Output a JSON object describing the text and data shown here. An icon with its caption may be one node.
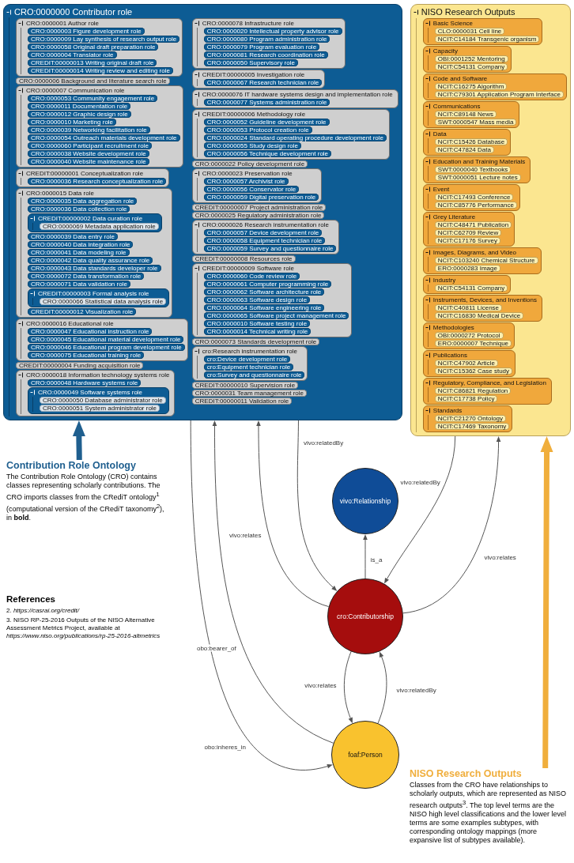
{
  "diagram": {
    "nodes": [
      {
        "text": [
          "CRO:0000000 Contributor role"
        ]
      },
      {
        "text": [
          "CRO:0000001 Author role"
        ],
        "in": 0
      },
      {
        "text": [
          "CRO:0000003 Figure development role"
        ],
        "in": 1
      },
      {
        "text": [
          "CRO:0000009 Lay synthesis of research output role"
        ],
        "in": 1
      },
      {
        "text": [
          "CRO:0000058 Original draft preparation role"
        ],
        "in": 1
      },
      {
        "text": [
          "CRO:0000004 Translator role"
        ],
        "in": 1
      },
      {
        "text": [
          "CREDIT:00000013 Writing original draft role"
        ],
        "in": 1
      },
      {
        "text": [
          "CREDIT:00000014 Writing review and editing role"
        ],
        "in": 1
      },
      {
        "text": [
          "CRO:0000006 Background and literature search role"
        ],
        "in": 0
      },
      {
        "text": [
          "CRO:0000007 Communication role"
        ],
        "in": 0
      },
      {
        "text": [
          "CRO:0000053 Community engagement role"
        ],
        "in": 9
      },
      {
        "text": [
          "CRO:0000011 Documentation role"
        ],
        "in": 9
      },
      {
        "text": [
          "CRO:0000012 Graphic design role"
        ],
        "in": 9
      },
      {
        "text": [
          "CRO:0000010 Marketing role"
        ],
        "in": 9
      },
      {
        "text": [
          "CRO:0000039 Networking facilitation role"
        ],
        "in": 9
      },
      {
        "text": [
          "CRO:0000054 Outreach materials development role"
        ],
        "in": 9
      },
      {
        "text": [
          "CRO:0000060 Participant recruitment role"
        ],
        "in": 9
      },
      {
        "text": [
          "CRO:0000038 Website development role"
        ],
        "in": 9
      },
      {
        "text": [
          "CRO:0000040 Website maintenance role"
        ],
        "in": 9
      },
      {
        "text": [
          "CREDIT:00000001 Conceptualization role"
        ],
        "in": 0
      },
      {
        "text": [
          "CRO:0000036 Research conceptualization role"
        ],
        "in": 19
      },
      {
        "text": [
          "CRO:0000015 Data role"
        ],
        "in": 0
      },
      {
        "text": [
          "CRO:0000035 Data aggregation role"
        ],
        "in": 21
      },
      {
        "text": [
          "CRO:0000036 Data collection role"
        ],
        "in": 21
      },
      {
        "text": [
          "CREDIT:00000002 Data curation role"
        ],
        "in": 21
      },
      {
        "text": [
          "CRO:0000069 Metadata application role"
        ],
        "in": 24
      },
      {
        "text": [
          "CRO:0000039 Data entry role"
        ],
        "in": 21
      },
      {
        "text": [
          "CRO:0000040 Data integration role"
        ],
        "in": 21
      },
      {
        "text": [
          "CRO:0000041 Data modeling role"
        ],
        "in": 21
      },
      {
        "text": [
          "CRO:0000042 Data quality assurance role"
        ],
        "in": 21
      },
      {
        "text": [
          "CRO:0000043 Data standards developer role"
        ],
        "in": 21
      },
      {
        "text": [
          "CRO:0000072 Data transformation role"
        ],
        "in": 21
      },
      {
        "text": [
          "CRO:0000071 Data validation role"
        ],
        "in": 21
      },
      {
        "text": [
          "CREDIT:00000003 Formal analysis role"
        ],
        "in": 21
      },
      {
        "text": [
          "CRO:0000066 Statistical data analysis role"
        ],
        "in": 33
      },
      {
        "text": [
          "CREDIT:00000012 Visualization role"
        ],
        "in": 21
      },
      {
        "text": [
          "CRO:0000016 Educational role"
        ],
        "in": 0
      },
      {
        "text": [
          "CRO:0000047 Educational instruction role"
        ],
        "in": 36
      },
      {
        "text": [
          "CRO:0000045 Educational material development role"
        ],
        "in": 36
      },
      {
        "text": [
          "CRO:0000046 Educational program development role"
        ],
        "in": 36
      },
      {
        "text": [
          "CRO:0000075 Educational training role"
        ],
        "in": 36
      },
      {
        "text": [
          "CREDIT:00000004 Funding acquisition role"
        ],
        "in": 0
      },
      {
        "text": [
          "CRO:0000018 Information technology systems role"
        ],
        "in": 0
      },
      {
        "text": [
          "CRO:0000048 Hardware systems role"
        ],
        "in": 42
      },
      {
        "text": [
          "CRO:0000049 Software systems role"
        ],
        "in": 42
      },
      {
        "text": [
          "CRO:0000050 Database administrator role"
        ],
        "in": 44
      },
      {
        "text": [
          "CRO:0000051 System administrator role"
        ],
        "in": 44
      },
      {
        "text": [
          "CRO:0000078 Infrastructure role"
        ],
        "in": 0
      },
      {
        "text": [
          "CRO:0000020 Intellectual property advisor role"
        ],
        "in": 47
      },
      {
        "text": [
          "CRO:0000080 Program administration role"
        ],
        "in": 47
      },
      {
        "text": [
          "CRO:0000079 Program evaluation role"
        ],
        "in": 47
      },
      {
        "text": [
          "CRO:0000081 Research coordination role"
        ],
        "in": 47
      },
      {
        "text": [
          "CRO:0000050 Supervisory role"
        ],
        "in": 47
      },
      {
        "text": [
          "CREDIT:00000005 Investigation role"
        ],
        "in": 0
      },
      {
        "text": [
          "CRO:0000067 Research technician role"
        ],
        "in": 53
      },
      {
        "text": [
          "CRO:0000076 IT hardware systems design and implementation role"
        ],
        "in": 0
      },
      {
        "text": [
          "CRO:0000077 Systems administration role"
        ],
        "in": 55
      },
      {
        "text": [
          "CREDIT:00000006 Methodology role"
        ],
        "in": 0
      },
      {
        "text": [
          "CRO:0000052 Guideline development role"
        ],
        "in": 57
      },
      {
        "text": [
          "CRO:0000053 Protocol creation role"
        ],
        "in": 57
      },
      {
        "text": [
          "CRO:0000024 Standard operating procedure development role"
        ],
        "in": 57
      },
      {
        "text": [
          "CRO:0000055 Study design role"
        ],
        "in": 57
      },
      {
        "text": [
          "CRO:0000056 Technique development role"
        ],
        "in": 57
      },
      {
        "text": [
          "CRO:0000022 Policy development role"
        ],
        "in": 0
      },
      {
        "text": [
          "CRO:0000023 Preservation role"
        ],
        "in": 0
      },
      {
        "text": [
          "CRO:0000057 Archivist role"
        ],
        "in": 64
      },
      {
        "text": [
          "CRO:0000056 Conservator role"
        ],
        "in": 64
      },
      {
        "text": [
          "CRO:0000059 Digital preservation role"
        ],
        "in": 64
      },
      {
        "text": [
          "CREDIT:00000007 Project administration role"
        ],
        "in": 0
      },
      {
        "text": [
          "CRO:0000025 Regulatory administration role"
        ],
        "in": 0
      },
      {
        "text": [
          "CRO:0000026 Research instrumentation role"
        ],
        "in": 0
      },
      {
        "text": [
          "CRO:0000057 Device development role"
        ],
        "in": 70
      },
      {
        "text": [
          "CRO:0000058 Equipment technician role"
        ],
        "in": 70
      },
      {
        "text": [
          "CRO:0000059 Survey and questionnaire role"
        ],
        "in": 70
      },
      {
        "text": [
          "CREDIT:00000008 Resources role"
        ],
        "in": 0
      },
      {
        "text": [
          "CREDIT:00000009 Software role"
        ],
        "in": 0
      },
      {
        "text": [
          "CRO:0000060 Code review role"
        ],
        "in": 75
      },
      {
        "text": [
          "CRO:0000061 Computer programming role"
        ],
        "in": 75
      },
      {
        "text": [
          "CRO:0000062 Software architecture role"
        ],
        "in": 75
      },
      {
        "text": [
          "CRO:0000063 Software design role"
        ],
        "in": 75
      },
      {
        "text": [
          "CRO:0000064 Software engineering role"
        ],
        "in": 75
      },
      {
        "text": [
          "CRO:0000065 Software project management role"
        ],
        "in": 75
      },
      {
        "text": [
          "CRO:0000010 Software testing role"
        ],
        "in": 75
      },
      {
        "text": [
          "CRO:0000014 Technical writing role"
        ],
        "in": 75
      },
      {
        "text": [
          "CRO:0000073 Standards development role"
        ],
        "in": 0
      },
      {
        "text": [
          "cro:Research instrumentation role"
        ],
        "in": 0
      },
      {
        "text": [
          "cro:Device development role"
        ],
        "in": 85
      },
      {
        "text": [
          "cro:Equipment technician role"
        ],
        "in": 85
      },
      {
        "text": [
          "cro:Survey and questionnaire role"
        ],
        "in": 85
      },
      {
        "text": [
          "CREDIT:00000010 Supervision role"
        ],
        "in": 0
      },
      {
        "text": [
          "CRO:0000031 Team management role"
        ],
        "in": 0
      },
      {
        "text": [
          "CREDIT:00000011 Validation role"
        ],
        "in": 0
      },
      {
        "text": [
          "vivo:Relationship"
        ]
      },
      {
        "text": [
          "cro:Contributorship"
        ]
      },
      {
        "text": [
          "foaf:Person"
        ]
      },
      {
        "text": [
          "NISO Research Outputs"
        ]
      },
      {
        "text": [
          "Basic Science"
        ],
        "in": 95
      },
      {
        "text": [
          "CLO:0000031 Cell line"
        ],
        "in": 96
      },
      {
        "text": [
          "NCIT:C14184 Transgenic organism"
        ],
        "in": 96
      },
      {
        "text": [
          "Capacity"
        ],
        "in": 95
      },
      {
        "text": [
          "OBI:0001252 Mentoring"
        ],
        "in": 99
      },
      {
        "text": [
          "NCIT:C54131 Company"
        ],
        "in": 99
      },
      {
        "text": [
          "Code and Software"
        ],
        "in": 95
      },
      {
        "text": [
          "NCIT:C16275 Algorithm"
        ],
        "in": 102
      },
      {
        "text": [
          "NCIT:C79301 Application Program Interface"
        ],
        "in": 102
      },
      {
        "text": [
          "Communications"
        ],
        "in": 95
      },
      {
        "text": [
          "NCIT:C89148 News"
        ],
        "in": 105
      },
      {
        "text": [
          "SWT:0000547 Mass media"
        ],
        "in": 105
      },
      {
        "text": [
          "Data"
        ],
        "in": 95
      },
      {
        "text": [
          "NCIT:C15426 Database"
        ],
        "in": 108
      },
      {
        "text": [
          "NCIT:C47824 Data"
        ],
        "in": 108
      },
      {
        "text": [
          "Education and Training Materials"
        ],
        "in": 95
      },
      {
        "text": [
          "SWT:0000040 Textbooks"
        ],
        "in": 111
      },
      {
        "text": [
          "SWT:0000051 Lecture notes"
        ],
        "in": 111
      },
      {
        "text": [
          "Event"
        ],
        "in": 95
      },
      {
        "text": [
          "NCIT:C17493 Conference"
        ],
        "in": 114
      },
      {
        "text": [
          "NCIT:C85776 Performance"
        ],
        "in": 114
      },
      {
        "text": [
          "Grey Literature"
        ],
        "in": 95
      },
      {
        "text": [
          "NCIT:C48471 Publication"
        ],
        "in": 117
      },
      {
        "text": [
          "NCIT:C62709 Review"
        ],
        "in": 117
      },
      {
        "text": [
          "NCIT:C17176 Survey"
        ],
        "in": 117
      },
      {
        "text": [
          "Images, Diagrams, and Video"
        ],
        "in": 95
      },
      {
        "text": [
          "NCIT:C103240 Chemical Structure"
        ],
        "in": 121
      },
      {
        "text": [
          "ERO:0000283 Image"
        ],
        "in": 121
      },
      {
        "text": [
          "Industry"
        ],
        "in": 95
      },
      {
        "text": [
          "NCIT:C54131 Company"
        ],
        "in": 124
      },
      {
        "text": [
          "Instruments, Devices, and Inventions"
        ],
        "in": 95
      },
      {
        "text": [
          "NCIT:C40811 License"
        ],
        "in": 126
      },
      {
        "text": [
          "NCIT:C16830 Medical Device"
        ],
        "in": 126
      },
      {
        "text": [
          "Methodologies"
        ],
        "in": 95
      },
      {
        "text": [
          "OBI:0000272 Protocol"
        ],
        "in": 129
      },
      {
        "text": [
          "ERO:0000007 Technique"
        ],
        "in": 129
      },
      {
        "text": [
          "Publications"
        ],
        "in": 95
      },
      {
        "text": [
          "NCIT:C47902 Article"
        ],
        "in": 132
      },
      {
        "text": [
          "NCIT:C15362 Case study"
        ],
        "in": 132
      },
      {
        "text": [
          "Regulatory, Compliance, and Legislation"
        ],
        "in": 95
      },
      {
        "text": [
          "NCIT:C86821 Regulation"
        ],
        "in": 135
      },
      {
        "text": [
          "NCIT:C17738 Policy"
        ],
        "in": 135
      },
      {
        "text": [
          "Standards"
        ],
        "in": 95
      },
      {
        "text": [
          "NCIT:C21270 Ontology"
        ],
        "in": 138
      },
      {
        "text": [
          "NCIT:C17469 Taxonomy"
        ],
        "in": 138
      },
      {
        "text": [
          "Contribution Role Ontology",
          "The Contribution Role Ontology (CRO) contains classes representing scholarly contributions. The CRO imports classes from the CRediT ontology$^{1}$ (computational version of the CRediT taxonomy$^{2}$), in **bold**."
        ]
      },
      {
        "text": [
          "NISO Research Outputs",
          "Classes from the CRO have relationships to scholarly outputs, which are represented as NISO research outputs$^{3}$. The top level terms are the NISO high level classifications and the lower level terms are some examples subtypes, with corresponding ontology mappings (more expansive list of subtypes available)."
        ]
      }
    ],
    "edges": [
      {
        "from": 93,
        "to": 92,
        "arrow": "to",
        "label": "is_a"
      },
      {
        "from": 93,
        "to": 0,
        "arrow": "to",
        "label": "vivo:relates"
      },
      {
        "from": 0,
        "to": 93,
        "arrow": "to",
        "label": "vivo:relatedBy"
      },
      {
        "from": 93,
        "to": 95,
        "arrow": "to",
        "label": "vivo:relates"
      },
      {
        "from": 95,
        "to": 93,
        "arrow": "to",
        "label": "vivo:relatedBy"
      },
      {
        "from": 93,
        "to": 94,
        "arrow": "to",
        "label": "vivo:relates"
      },
      {
        "from": 94,
        "to": 93,
        "arrow": "to",
        "label": "vivo:relatedBy"
      },
      {
        "from": 94,
        "to": 0,
        "arrow": "to",
        "label": "obo:bearer_of"
      },
      {
        "from": 0,
        "to": 94,
        "arrow": "to",
        "label": "obo:inheres_in"
      },
      {
        "from": 141,
        "to": 0,
        "arrow": "to",
        "style": "thick",
        "color": "#1f5f8f"
      },
      {
        "from": 142,
        "to": 95,
        "arrow": "to",
        "style": "thick",
        "color": "#f0ae3c"
      }
    ],
    "labels": [
      "References",
      "2. *https://casrai.org/credit/*",
      "3. NISO RP-25-2016 Outputs of the NISO Alternative Assessment Metrics Project, available at *https://www.niso.org/publications/rp-25-2016-altmetrics*"
    ]
  }
}
